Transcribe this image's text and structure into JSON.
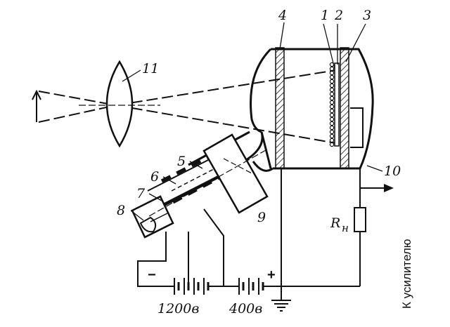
{
  "labels": {
    "l1": "1",
    "l2": "2",
    "l3": "3",
    "l4": "4",
    "l5": "5",
    "l6": "6",
    "l7": "7",
    "l8": "8",
    "l9": "9",
    "l10": "10",
    "l11": "11"
  },
  "resistor": {
    "symbol": "R",
    "subscript": "н"
  },
  "voltages": {
    "v1200": "1200в",
    "v400": "400в"
  },
  "polarity": {
    "minus": "−",
    "plus": "+"
  },
  "output": "К усилителю"
}
